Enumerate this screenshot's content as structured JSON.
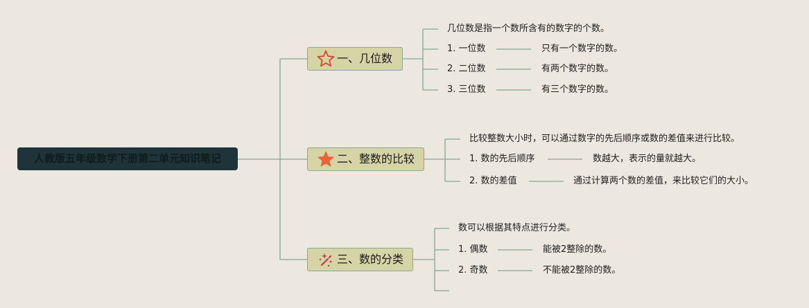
{
  "root": {
    "title": "人教版五年级数学下册第二单元知识笔记"
  },
  "branches": [
    {
      "title": "一、几位数",
      "icon": "star-outline-icon",
      "intro": "几位数是指一个数所含有的数字的个数。",
      "items": [
        {
          "term": "1. 一位数",
          "desc": "只有一个数字的数。"
        },
        {
          "term": "2. 二位数",
          "desc": "有两个数字的数。"
        },
        {
          "term": "3. 三位数",
          "desc": "有三个数字的数。"
        }
      ]
    },
    {
      "title": "二、整数的比较",
      "icon": "star-filled-icon",
      "intro": "比较整数大小时，可以通过数字的先后顺序或数的差值来进行比较。",
      "items": [
        {
          "term": "1. 数的先后顺序",
          "desc": "数越大，表示的量就越大。"
        },
        {
          "term": "2. 数的差值",
          "desc": "通过计算两个数的差值，来比较它们的大小。"
        }
      ]
    },
    {
      "title": "三、数的分类",
      "icon": "magic-wand-icon",
      "intro": "数可以根据其特点进行分类。",
      "items": [
        {
          "term": "1. 偶数",
          "desc": "能被2整除的数。"
        },
        {
          "term": "2. 奇数",
          "desc": "不能被2整除的数。"
        }
      ]
    }
  ],
  "colors": {
    "background": "#ece7df",
    "root_fill": "#1f3438",
    "branch_fill": "#d6d3a7",
    "branch_border": "#86a89c",
    "connector": "#7fa596",
    "star_outline": "#d9462c",
    "star_filled": "#e8643a"
  }
}
